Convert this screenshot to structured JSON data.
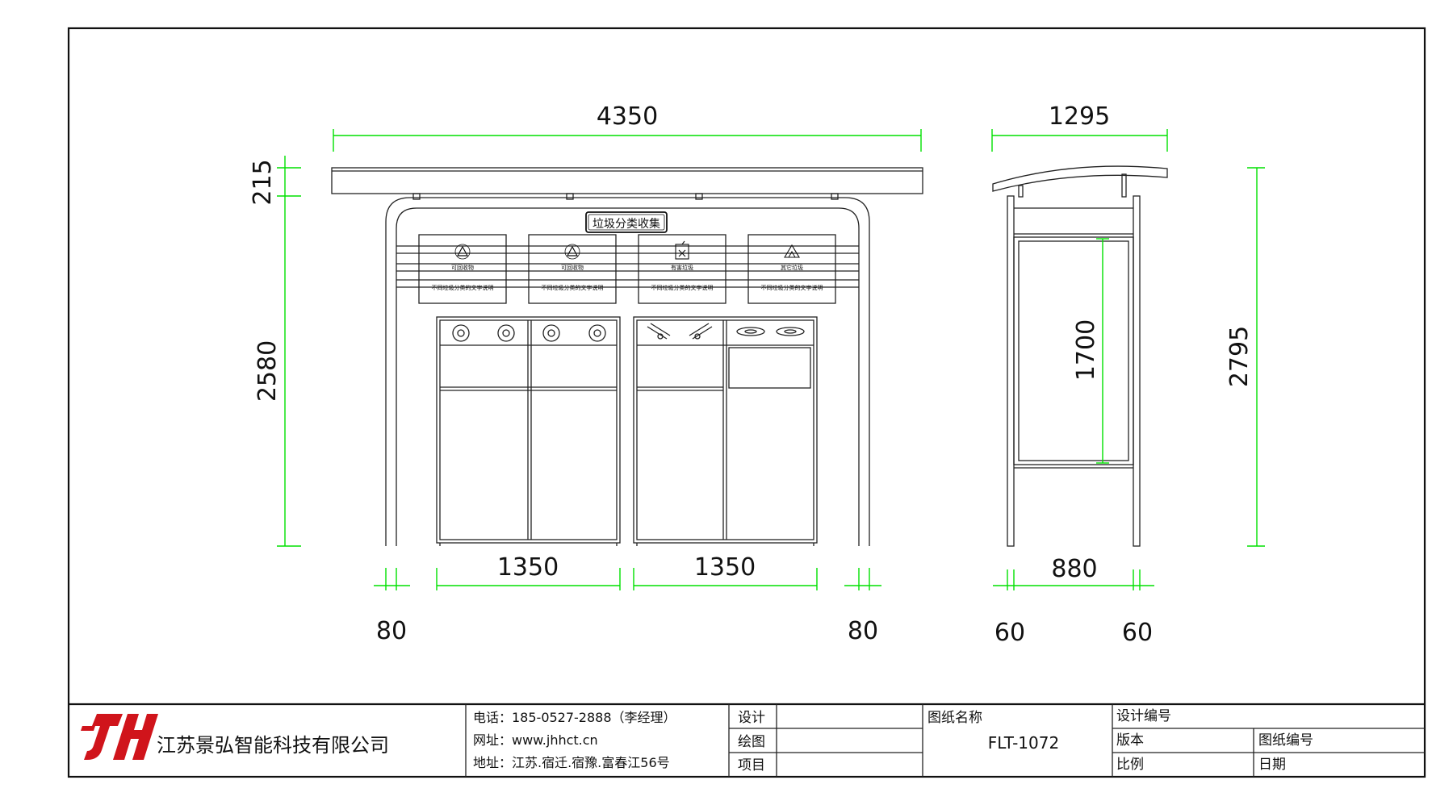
{
  "dimensions": {
    "front_width": "4350",
    "side_width": "1295",
    "roof_height": "215",
    "front_height": "2580",
    "side_panel_height": "1700",
    "side_total_height": "2795",
    "bin_group_left": "1350",
    "bin_group_right": "1350",
    "side_depth": "880",
    "post_left": "80",
    "post_right": "80",
    "side_post_left": "60",
    "side_post_right": "60"
  },
  "signage": {
    "header": "垃圾分类收集",
    "panels": [
      {
        "icon": "recycle-icon",
        "category": "可回收物",
        "note": "不同垃圾分类的文字说明"
      },
      {
        "icon": "recycle-icon",
        "category": "可回收物",
        "note": "不同垃圾分类的文字说明"
      },
      {
        "icon": "hazardous-icon",
        "category": "有害垃圾",
        "note": "不同垃圾分类的文字说明"
      },
      {
        "icon": "other-waste-icon",
        "category": "其它垃圾",
        "note": "不同垃圾分类的文字说明"
      }
    ]
  },
  "title_block": {
    "logo_text": "JH",
    "company": "江苏景弘智能科技有限公司",
    "phone": "电话：185-0527-2888（李经理）",
    "website": "网址：www.jhhct.cn",
    "address": "地址：江苏.宿迁.宿豫.富春江56号",
    "design_label": "设计",
    "draw_label": "绘图",
    "project_label": "项目",
    "drawing_name_label": "图纸名称",
    "drawing_name": "FLT-1072",
    "design_no_label": "设计编号",
    "version_label": "版本",
    "drawing_no_label": "图纸编号",
    "scale_label": "比例",
    "date_label": "日期"
  },
  "colors": {
    "dimension_line": "#00e000",
    "drawing_line": "#222222",
    "logo_red": "#d0141b"
  }
}
